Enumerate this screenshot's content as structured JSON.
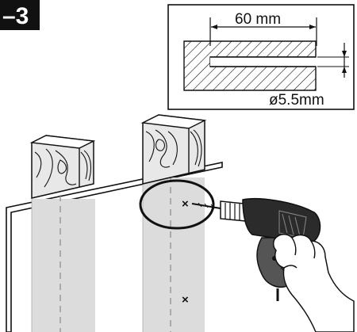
{
  "step": {
    "label": "–3"
  },
  "detail": {
    "length_label": "60 mm",
    "diameter_label": "ø5.5mm"
  },
  "marks": {
    "symbol": "×"
  },
  "colors": {
    "ink": "#111111",
    "stud": "#d9d9d9",
    "badge": "#111111",
    "drill_body": "#2b2b2b",
    "grip": "#555555"
  },
  "icons": [
    "drill-icon",
    "hand-icon",
    "wood-grain-icon"
  ]
}
